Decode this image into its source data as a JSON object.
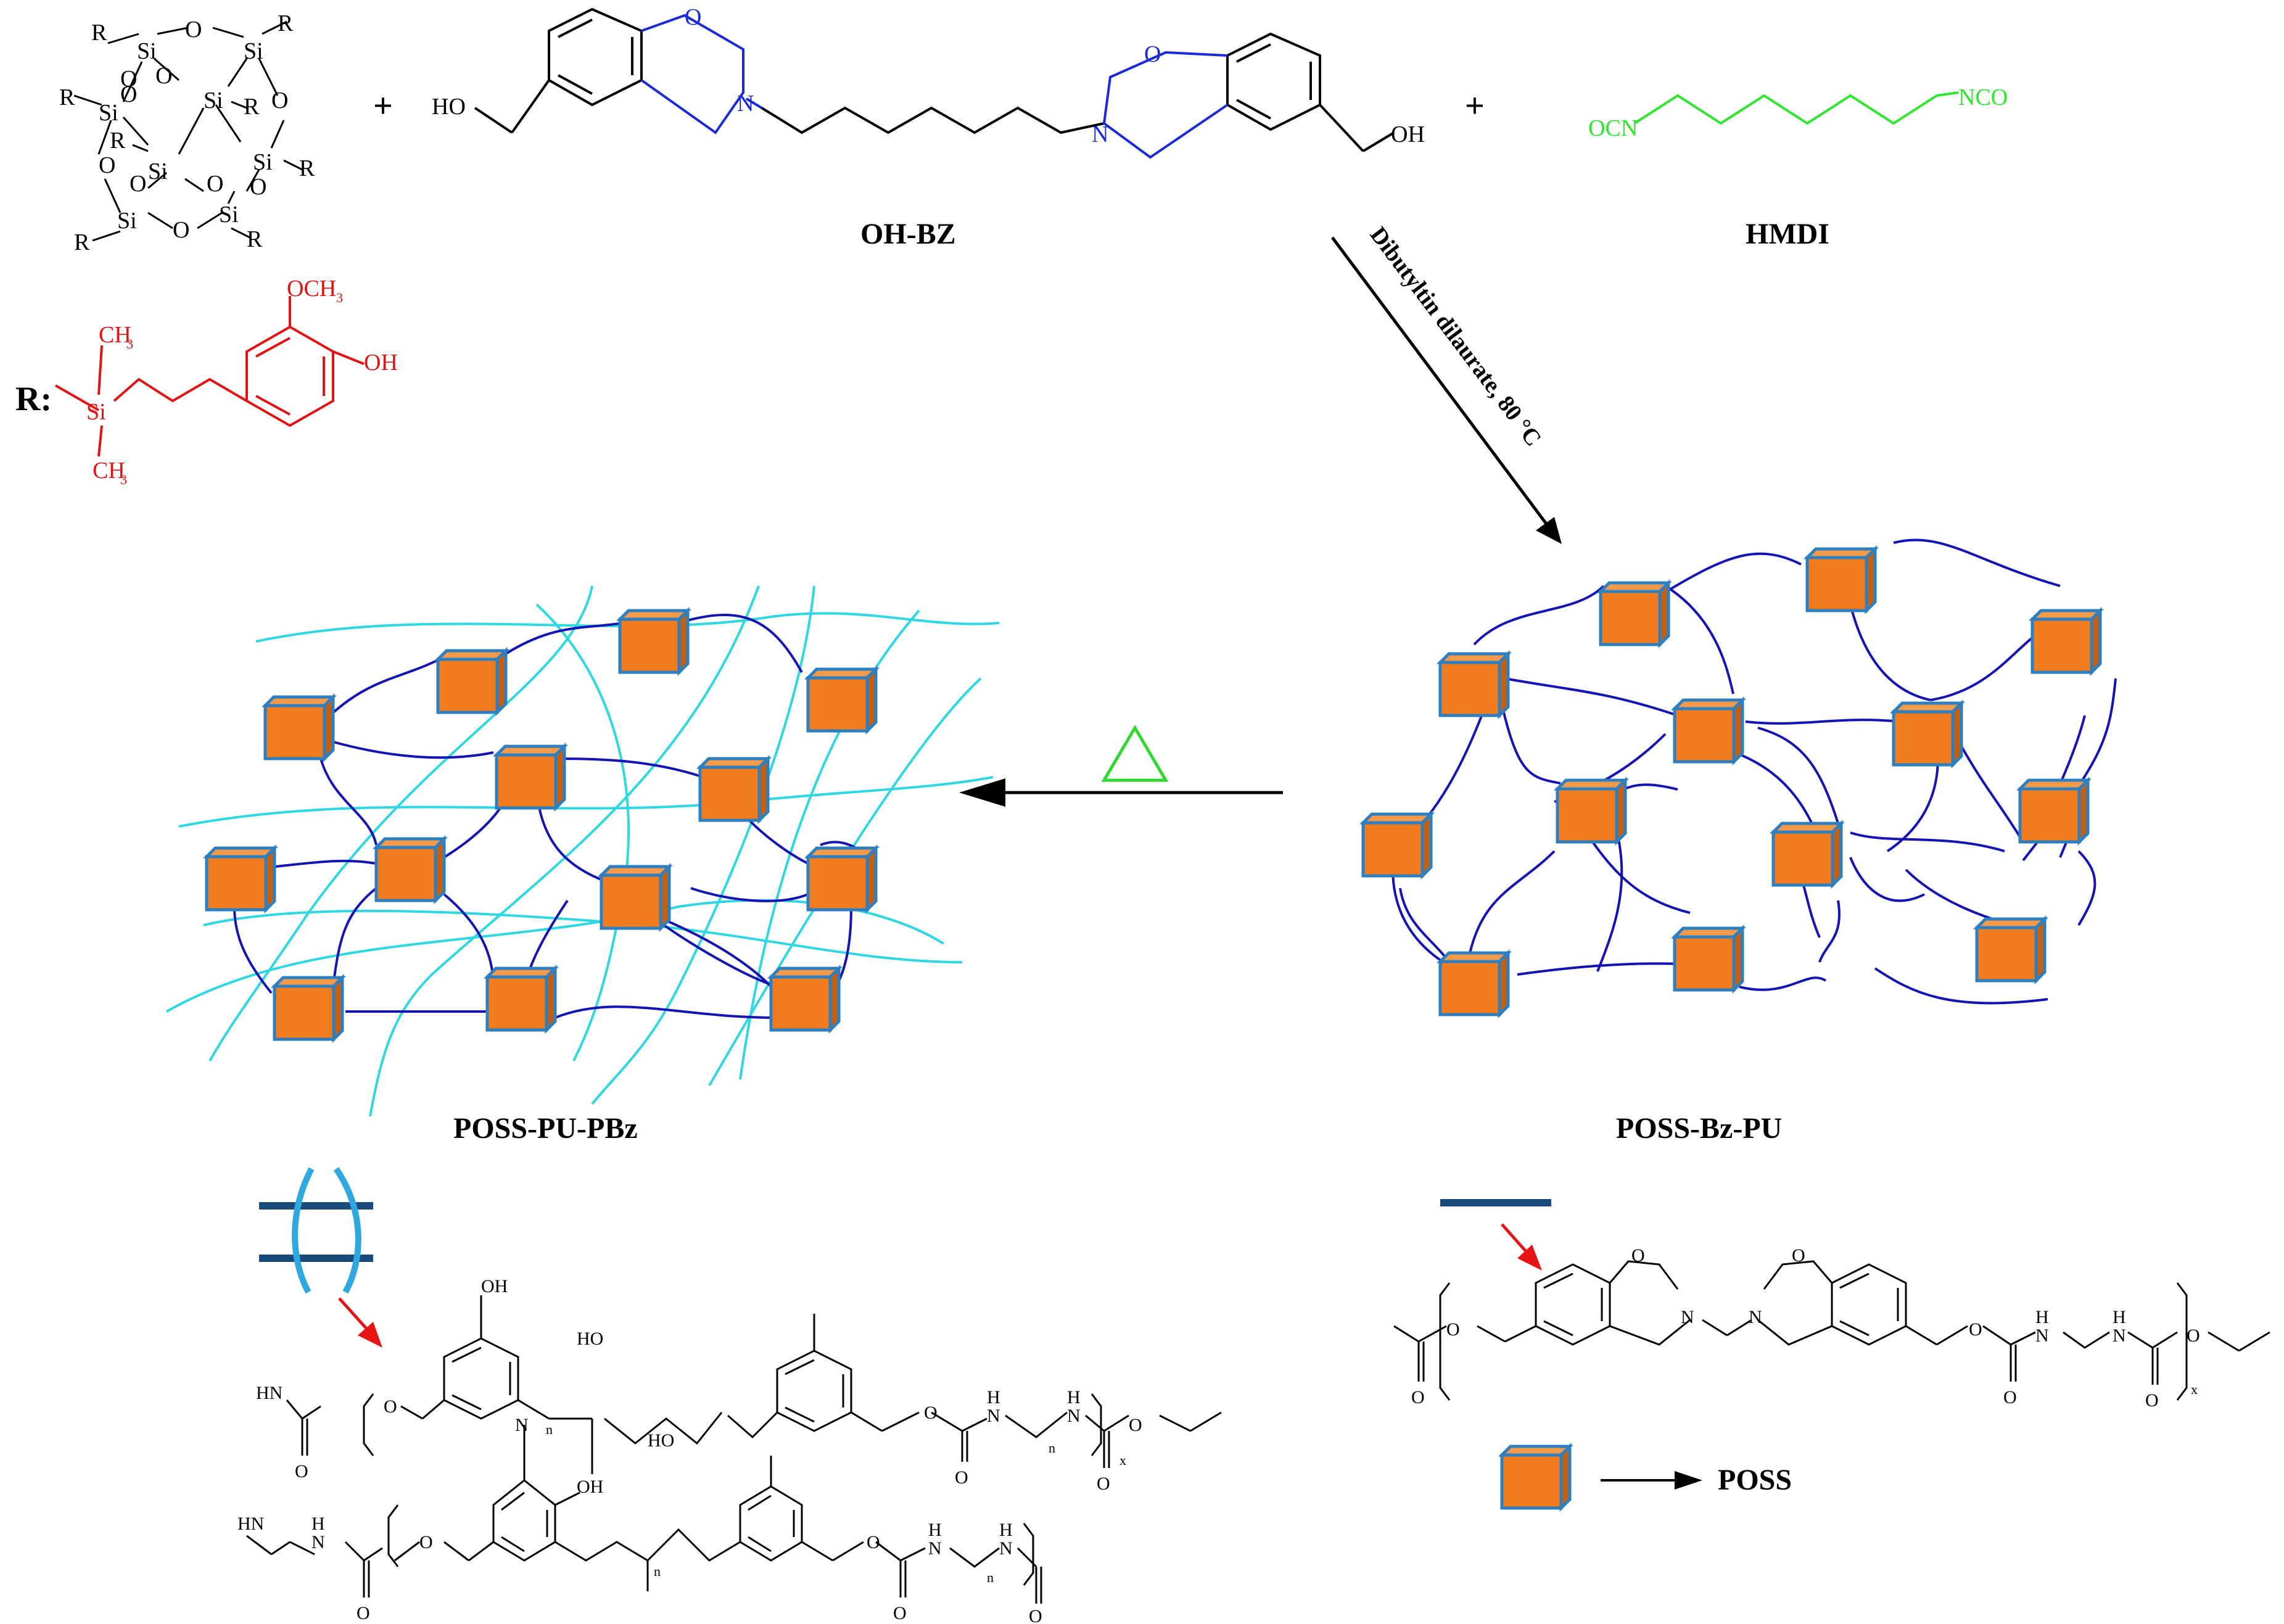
{
  "labels": {
    "oh_bz": "OH-BZ",
    "hmdi": "HMDI",
    "poss_pu_pbz": "POSS-PU-PBz",
    "poss_bz_pu": "POSS-Bz-PU",
    "poss_legend": "POSS",
    "r_group": "R:",
    "condition": "Dibutyltin dilaurate, 80 °C",
    "plus": "+"
  },
  "atoms": {
    "si": "Si",
    "o": "O",
    "r": "R",
    "n": "N",
    "oh": "OH",
    "ho": "HO",
    "h": "H",
    "hn": "HN",
    "ocn": "OCN",
    "nco": "NCO",
    "och3": "OCH",
    "ch3": "CH",
    "sub3": "3",
    "sub_n": "n",
    "sub_x": "x"
  },
  "colors": {
    "poss_face": "#f07c1e",
    "poss_top": "#f49a4a",
    "poss_side": "#c45f10",
    "poss_edge": "#2e7fc0",
    "pu_chain": "#1414b4",
    "pbz_chain": "#2fd8e0",
    "benzoxazine": "#1a2ad8",
    "hmdi": "#2fe62f",
    "r_group": "#e01414",
    "arrow_red": "#e61414",
    "legend_bar": "#1a4a7a",
    "heat_triangle": "#2fd82f"
  }
}
